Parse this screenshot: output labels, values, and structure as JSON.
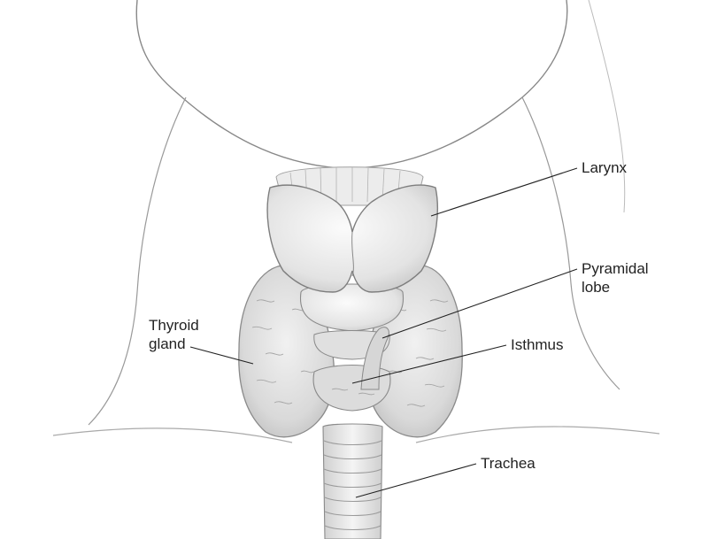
{
  "diagram": {
    "labels": {
      "larynx": "Larynx",
      "pyramidal_lobe": [
        "Pyramidal",
        "lobe"
      ],
      "isthmus": "Isthmus",
      "thyroid_gland": [
        "Thyroid",
        "gland"
      ],
      "trachea": "Trachea"
    }
  }
}
